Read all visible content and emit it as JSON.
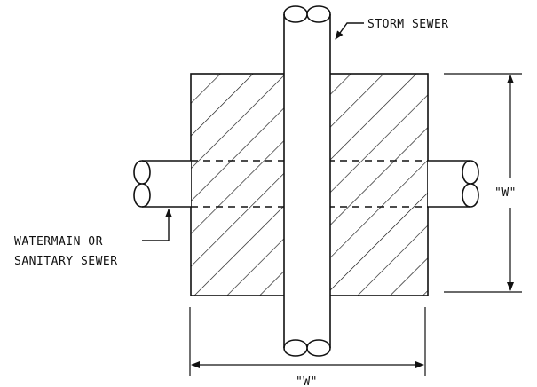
{
  "labels": {
    "storm_sewer": "STORM SEWER",
    "watermain_line1": "WATERMAIN OR",
    "watermain_line2": "SANITARY SEWER",
    "dim_vertical": "\"W\"",
    "dim_horizontal": "\"W\""
  },
  "colors": {
    "ink": "#111111",
    "background": "#ffffff"
  }
}
